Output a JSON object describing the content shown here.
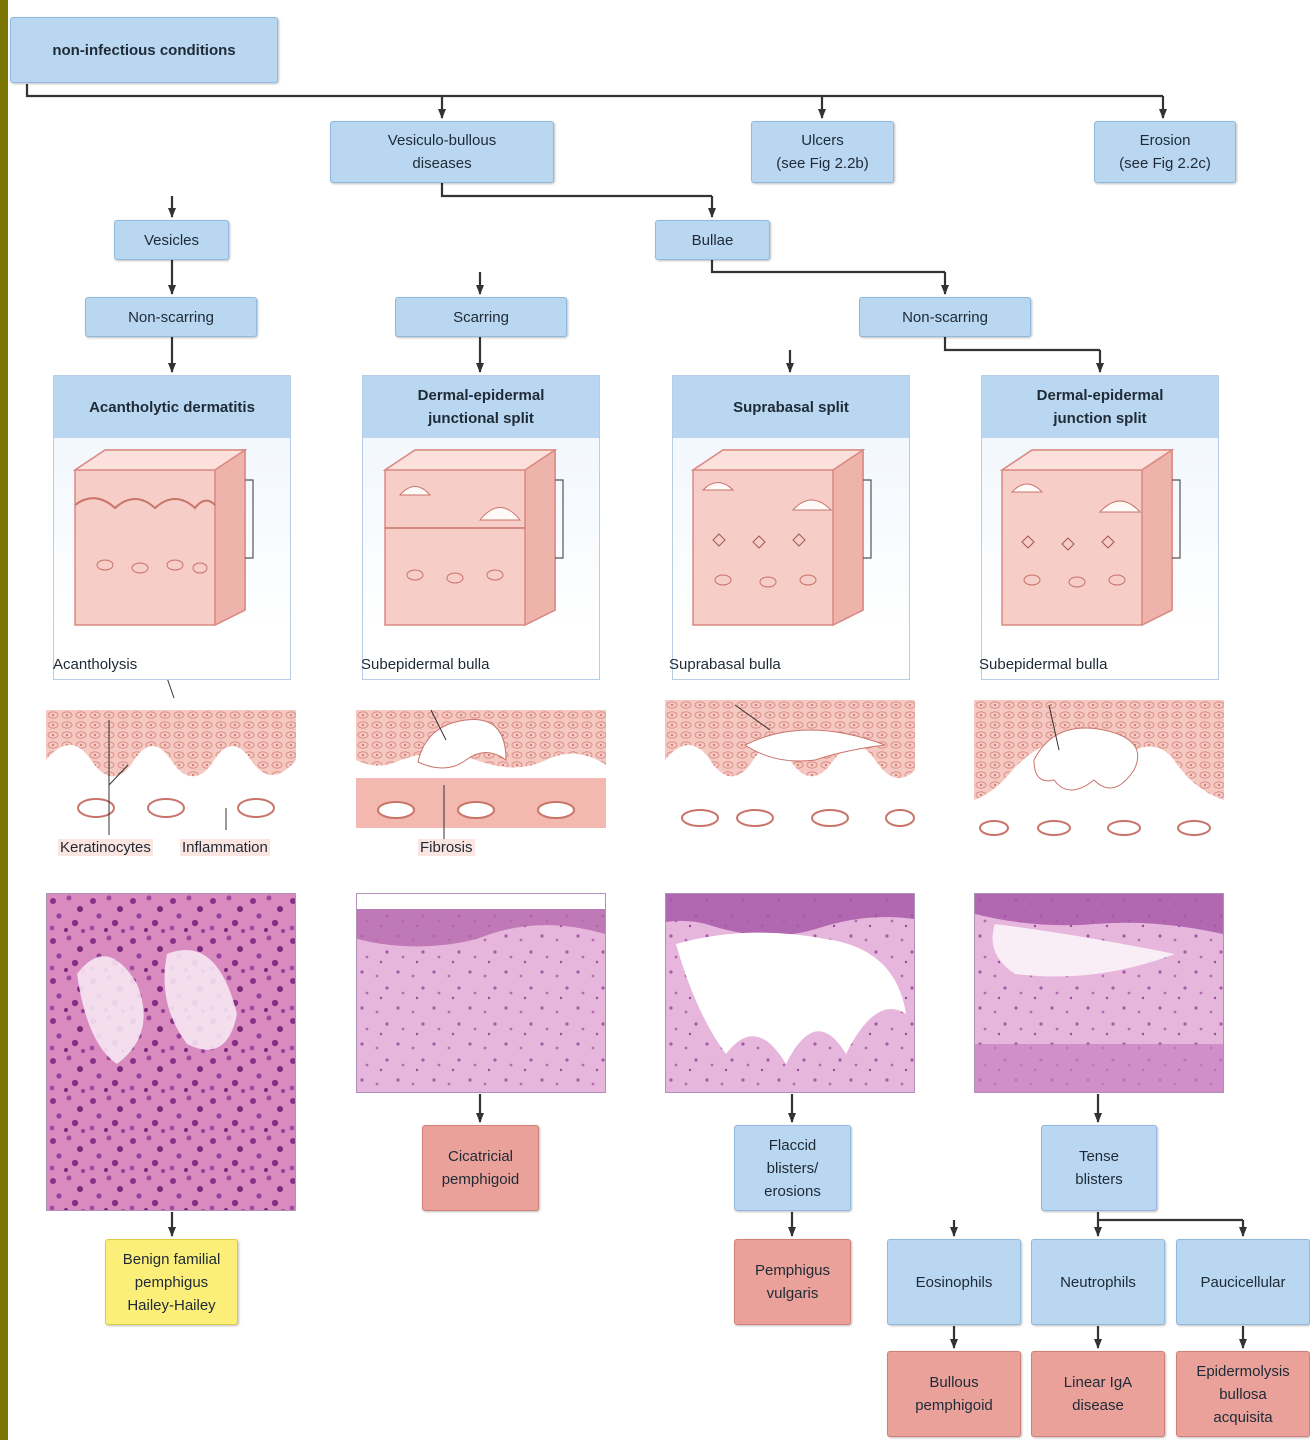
{
  "root": "non-infectious conditions",
  "level1": {
    "vesiculo_bullous": "Vesiculo-bullous\ndiseases",
    "ulcers": "Ulcers\n(see Fig 2.2b)",
    "erosion": "Erosion\n(see Fig 2.2c)"
  },
  "level2": {
    "vesicles": "Vesicles",
    "bullae": "Bullae"
  },
  "level3": {
    "non_scarring_vesicles": "Non-scarring",
    "scarring": "Scarring",
    "non_scarring_bullae": "Non-scarring"
  },
  "columns": [
    {
      "heading": "Acantholytic dermatitis",
      "labels": {
        "top": "Acantholysis",
        "bottom_left": "Keratinocytes",
        "bottom_right": "Inflammation"
      },
      "outcome": "Benign familial\npemphigus\nHailey-Hailey"
    },
    {
      "heading": "Dermal-epidermal\njunctional split",
      "labels": {
        "top": "Subepidermal bulla",
        "bottom": "Fibrosis"
      },
      "outcome": "Cicatricial\npemphigoid"
    },
    {
      "heading": "Suprabasal split",
      "labels": {
        "top": "Suprabasal bulla"
      },
      "clinical": "Flaccid\nblisters/\nerosions",
      "outcome": "Pemphigus\nvulgaris"
    },
    {
      "heading": "Dermal-epidermal\njunction split",
      "labels": {
        "top": "Subepidermal bulla"
      },
      "clinical": "Tense\nblisters",
      "subtypes": [
        "Eosinophils",
        "Neutrophils",
        "Paucicellular"
      ],
      "outcomes": [
        "Bullous\npemphigoid",
        "Linear IgA\ndisease",
        "Epidermolysis\nbullosa\nacquisita"
      ]
    }
  ],
  "colors": {
    "blue_box": "#b9d7f0",
    "red_box": "#e9a19a",
    "yellow_box": "#fbef7a",
    "connector": "#333333",
    "left_bar": "#7a7400"
  }
}
